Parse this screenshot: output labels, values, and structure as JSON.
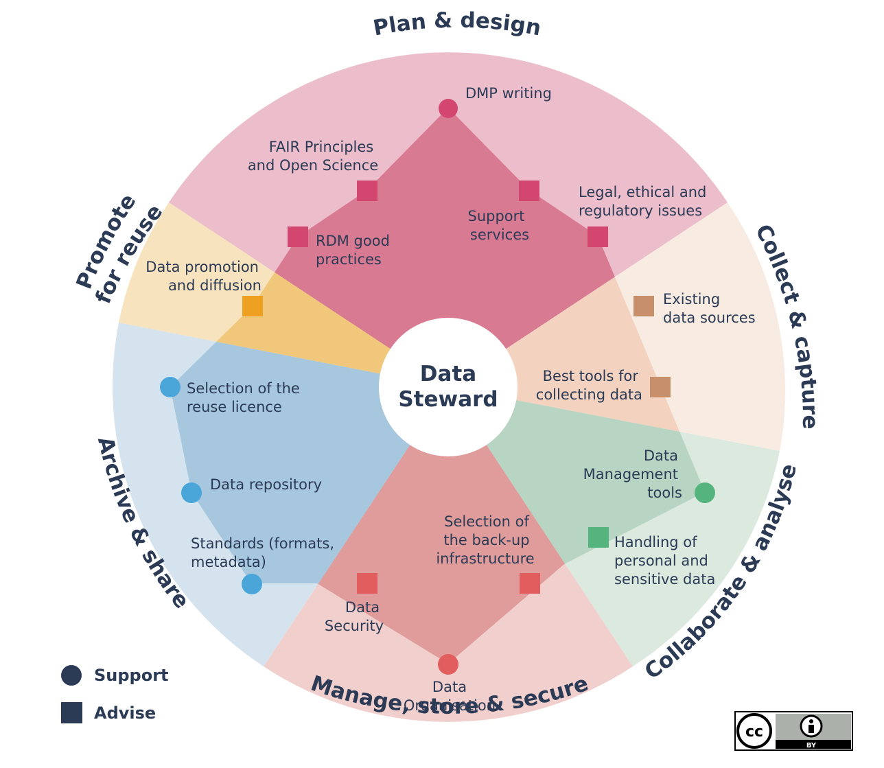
{
  "center": {
    "line1": "Data",
    "line2": "Steward"
  },
  "phases": {
    "plan": "Plan & design",
    "collect": "Collect & capture",
    "collaborate": "Collaborate & analyse",
    "manage": "Manage, store & secure",
    "archive": "Archive & share",
    "promote_line1": "Promote",
    "promote_line2": "for reuse"
  },
  "items": {
    "dmp": "DMP writing",
    "fair_1": "FAIR Principles",
    "fair_2": "and Open Science",
    "legal_1": "Legal, ethical and",
    "legal_2": "regulatory issues",
    "support_1": "Support",
    "support_2": "services",
    "rdm_1": "RDM good",
    "rdm_2": "practices",
    "promotion_1": "Data promotion",
    "promotion_2": "and diffusion",
    "existing_1": "Existing",
    "existing_2": "data sources",
    "besttools_1": "Best tools for",
    "besttools_2": "collecting data",
    "licence_1": "Selection of the",
    "licence_2": "reuse licence",
    "repository": "Data repository",
    "standards_1": "Standards (formats,",
    "standards_2": "metadata)",
    "dmtools_1": "Data",
    "dmtools_2": "Management",
    "dmtools_3": "tools",
    "handling_1": "Handling of",
    "handling_2": "personal and",
    "handling_3": "sensitive data",
    "backup_1": "Selection of",
    "backup_2": "the back-up",
    "backup_3": "infrastructure",
    "security_1": "Data",
    "security_2": "Security",
    "organisation_1": "Data",
    "organisation_2": "Organisation"
  },
  "legend": {
    "support": "Support",
    "advise": "Advise"
  },
  "license": {
    "cc": "cc",
    "by": "BY"
  },
  "colors": {
    "text": "#2b3a55",
    "plan": "#d3466f",
    "promote": "#eea020",
    "collect": "#c8906a",
    "collaborate": "#55b37e",
    "manage": "#e25d5d",
    "archive": "#4aa5d8"
  }
}
